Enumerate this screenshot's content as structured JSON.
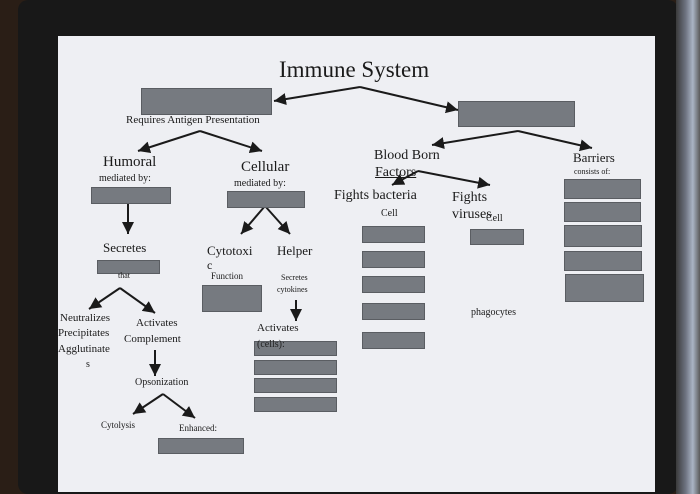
{
  "diagram": {
    "title": "Immune System",
    "requires_antigen": "Requires Antigen Presentation",
    "humoral": {
      "title": "Humoral",
      "sub": "mediated by:"
    },
    "cellular": {
      "title": "Cellular",
      "sub": "mediated by:"
    },
    "blood_born": {
      "line1": "Blood Born",
      "line2": "Factors"
    },
    "barriers": {
      "title": "Barriers",
      "sub": "consists of:"
    },
    "secretes": "Secretes",
    "that": "that",
    "cytotoxic_1": "Cytotoxi",
    "cytotoxic_2": "c",
    "helper": "Helper",
    "function": "Function",
    "secretes_cytokines_1": "Secretes",
    "secretes_cytokines_2": "cytokines",
    "fights_bacteria": "Fights bacteria",
    "fights_bacteria_cell": "Cell",
    "fights_viruses_1": "Fights",
    "fights_viruses_2": "viruses",
    "fights_viruses_cell": "Cell",
    "phagocytes": "phagocytes",
    "neutralizes": "Neutralizes",
    "precipitates": "Precipitates",
    "agglutinate": "Agglutinate",
    "agglutinate_s": "s",
    "activates": "Activates",
    "complement": "Complement",
    "activates_cells_1": "Activates",
    "activates_cells_2": "(cells):",
    "opsonization": "Opsonization",
    "cytolysis": "Cytolysis",
    "enhanced": "Enhanced:"
  }
}
